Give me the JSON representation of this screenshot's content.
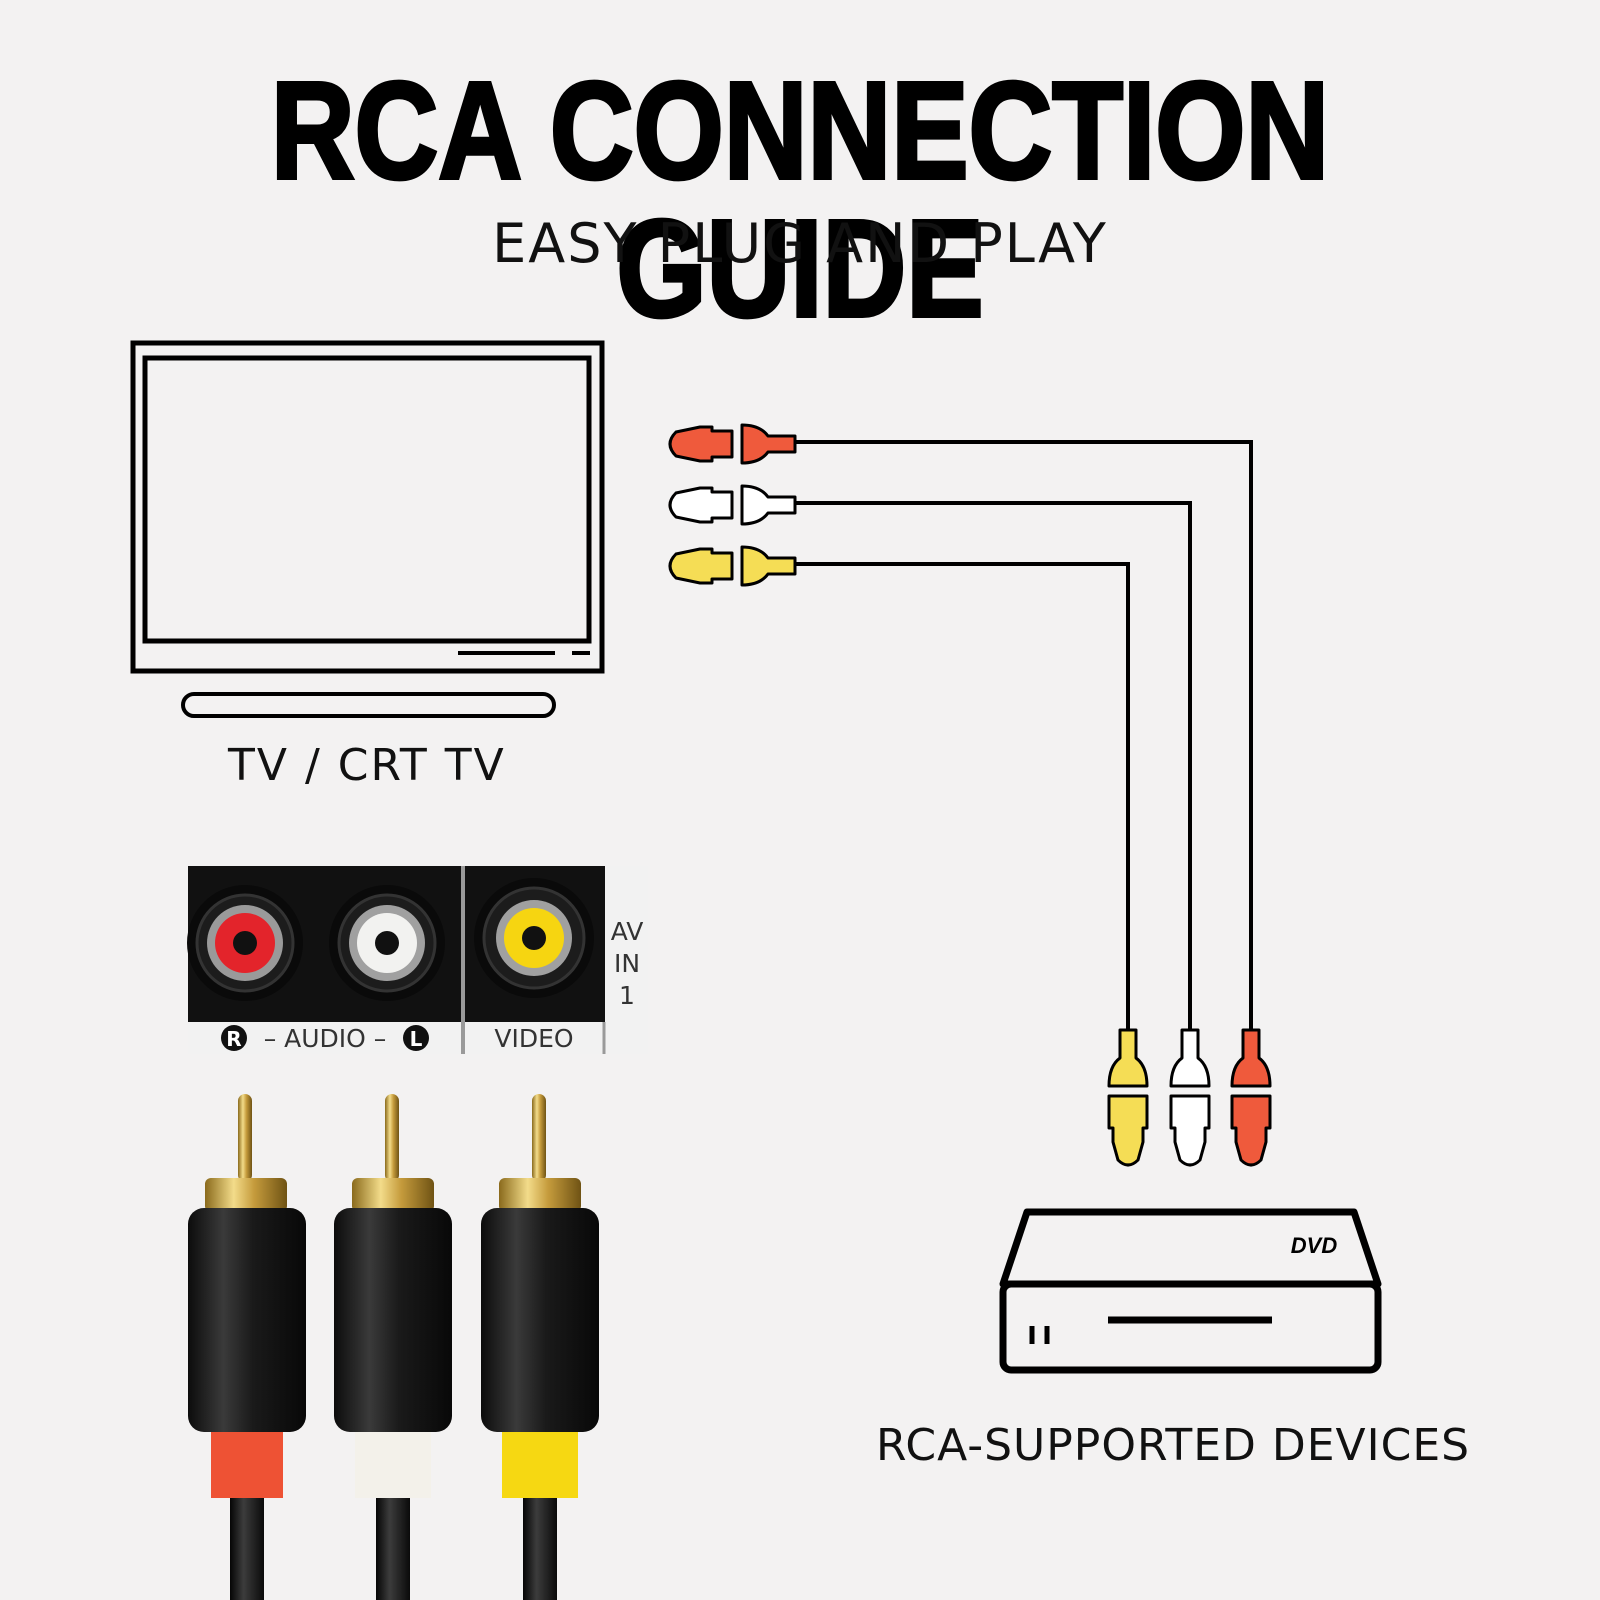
{
  "header": {
    "title": "RCA CONNECTION GUIDE",
    "subtitle": "EASY PLUG AND PLAY"
  },
  "tv": {
    "label": "TV / CRT TV"
  },
  "device": {
    "label": "RCA-SUPPORTED DEVICES",
    "logo_text": "DVD"
  },
  "port_panel": {
    "audio_label": "– AUDIO –",
    "right_badge": "R",
    "left_badge": "L",
    "video_label": "VIDEO",
    "side_lines": [
      "AV",
      "IN",
      "1"
    ]
  },
  "colors": {
    "red": "#ef5a3c",
    "white": "#ffffff",
    "yellow": "#f5dd55",
    "line": "#000000",
    "background": "#f3f2f2"
  }
}
